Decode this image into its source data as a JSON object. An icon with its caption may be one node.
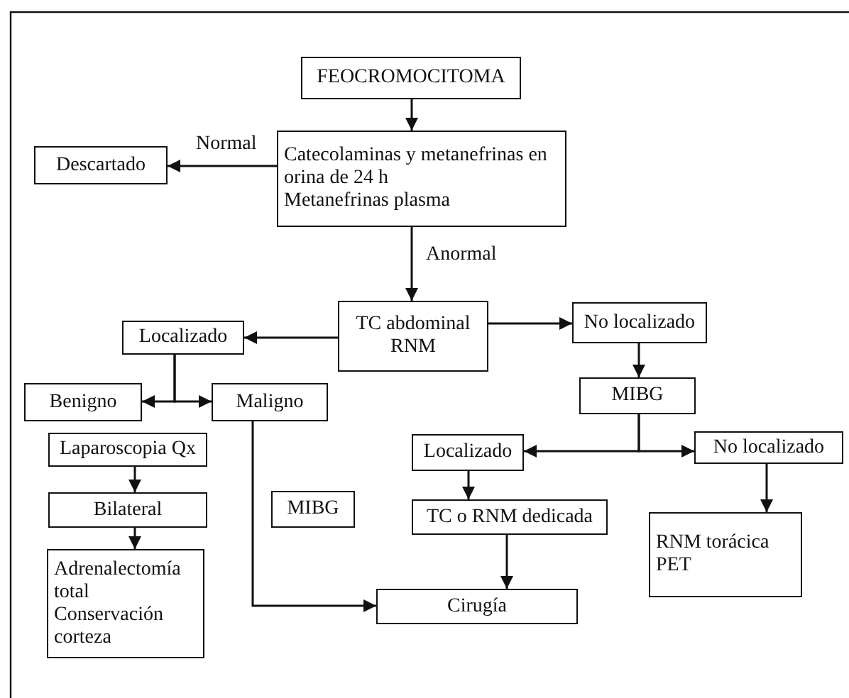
{
  "diagram": {
    "nodes": [
      {
        "text": [
          "FEOCROMOCITOMA"
        ]
      },
      {
        "text": [
          "Catecolaminas y metanefrinas en orina de 24 h",
          "Metanefrinas plasma"
        ]
      },
      {
        "text": [
          "Descartado"
        ]
      },
      {
        "text": [
          "TC abdominal RNM"
        ]
      },
      {
        "text": [
          "Localizado"
        ]
      },
      {
        "text": [
          "No localizado"
        ]
      },
      {
        "text": [
          "Benigno"
        ]
      },
      {
        "text": [
          "Maligno"
        ]
      },
      {
        "text": [
          "Laparoscopia Qx"
        ]
      },
      {
        "text": [
          "Bilateral"
        ]
      },
      {
        "text": [
          "Adrenalectomía total",
          "Conservación corteza"
        ]
      },
      {
        "text": [
          "MIBG"
        ]
      },
      {
        "text": [
          "MIBG"
        ]
      },
      {
        "text": [
          "Localizado"
        ]
      },
      {
        "text": [
          "No localizado"
        ]
      },
      {
        "text": [
          "TC o RNM dedicada"
        ]
      },
      {
        "text": [
          "RNM torácica PET"
        ]
      },
      {
        "text": [
          "Cirugía"
        ]
      }
    ],
    "edges": [
      {
        "from": 0,
        "to": 1,
        "arrow": "to"
      },
      {
        "from": 1,
        "to": 2,
        "arrow": "to",
        "label": "Normal"
      },
      {
        "from": 1,
        "to": 3,
        "arrow": "to",
        "label": "Anormal"
      },
      {
        "from": 3,
        "to": 4,
        "arrow": "to"
      },
      {
        "from": 3,
        "to": 5,
        "arrow": "to"
      },
      {
        "from": 4,
        "to": 6,
        "arrow": "to"
      },
      {
        "from": 4,
        "to": 7,
        "arrow": "to"
      },
      {
        "from": 7,
        "to": 17,
        "arrow": "to"
      },
      {
        "from": 5,
        "to": 12,
        "arrow": "to"
      },
      {
        "from": 12,
        "to": 13,
        "arrow": "to"
      },
      {
        "from": 12,
        "to": 14,
        "arrow": "to"
      },
      {
        "from": 13,
        "to": 15,
        "arrow": "to"
      },
      {
        "from": 15,
        "to": 17,
        "arrow": "to"
      },
      {
        "from": 14,
        "to": 16,
        "arrow": "to"
      },
      {
        "from": 8,
        "to": 9,
        "arrow": "to"
      },
      {
        "from": 9,
        "to": 10,
        "arrow": "to"
      }
    ]
  }
}
